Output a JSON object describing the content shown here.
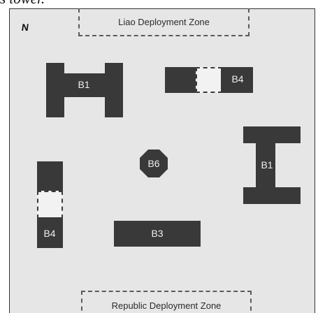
{
  "caption": "s tower.",
  "compass": {
    "north_label": "N"
  },
  "zones": {
    "top": "Liao Deployment Zone",
    "bottom": "Republic Deployment Zone"
  },
  "buildings": {
    "b1_left": "B1",
    "b4_top": "B4",
    "b1_right": "B1",
    "b6": "B6",
    "b4_left": "B4",
    "b3": "B3"
  },
  "colors": {
    "board": "#e6e6e6",
    "building": "#393939",
    "zone_border": "#5a5a5a"
  }
}
